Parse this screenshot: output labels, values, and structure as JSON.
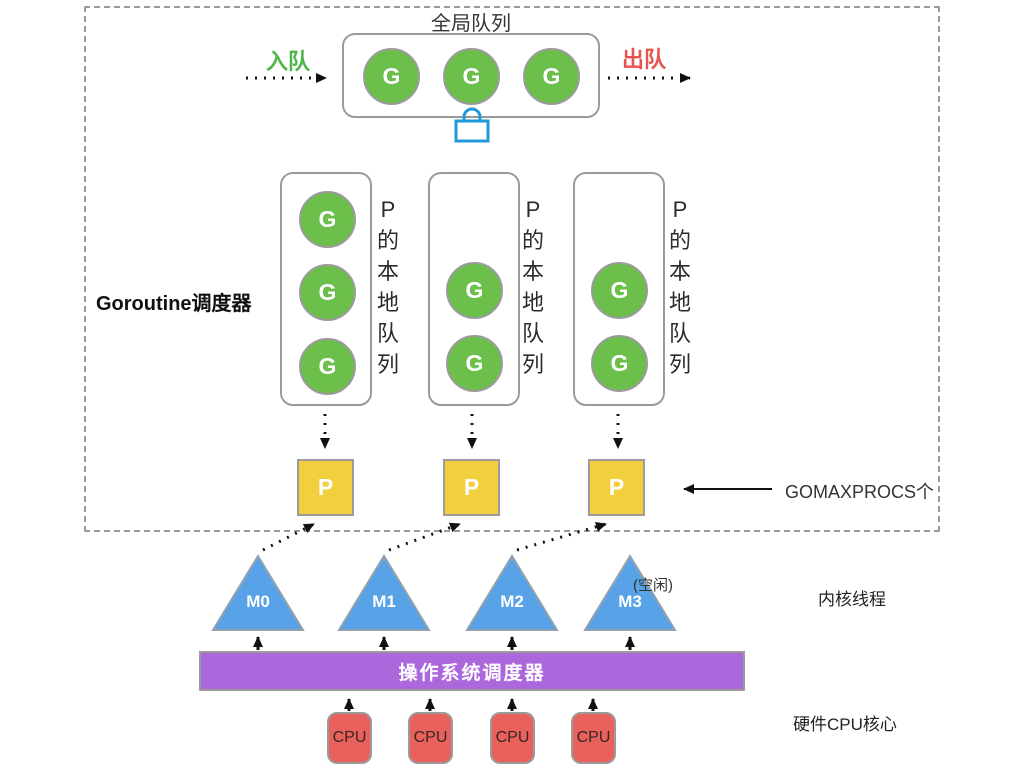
{
  "colors": {
    "goroutine_green": "#6cbf4b",
    "processor_yellow": "#f2d03d",
    "thread_blue": "#58a2e8",
    "scheduler_purple": "#ab68dd",
    "cpu_red": "#e8615c",
    "lock_blue": "#1f9ad6",
    "enqueue_green": "#4cb648",
    "dequeue_red": "#e8534e",
    "border_gray": "#9b9b9b"
  },
  "header": {
    "global_queue_title": "全局队列",
    "enqueue_label": "入队",
    "dequeue_label": "出队"
  },
  "global_queue": {
    "goroutines": [
      "G",
      "G",
      "G"
    ]
  },
  "scheduler": {
    "label": "Goroutine调度器"
  },
  "local_queues": {
    "side_label": "P的本地队列",
    "items": [
      {
        "goroutines": [
          "G",
          "G",
          "G"
        ]
      },
      {
        "goroutines": [
          "G",
          "G"
        ]
      },
      {
        "goroutines": [
          "G",
          "G"
        ]
      }
    ]
  },
  "processors": {
    "labels": [
      "P",
      "P",
      "P"
    ],
    "gomaxprocs_label": "GOMAXPROCS个"
  },
  "threads": {
    "labels": [
      "M0",
      "M1",
      "M2",
      "M3"
    ],
    "idle_note": "(空闲)",
    "section_label": "内核线程"
  },
  "os_scheduler": {
    "label": "操作系统调度器"
  },
  "cpus": {
    "labels": [
      "CPU",
      "CPU",
      "CPU",
      "CPU"
    ],
    "section_label": "硬件CPU核心"
  }
}
